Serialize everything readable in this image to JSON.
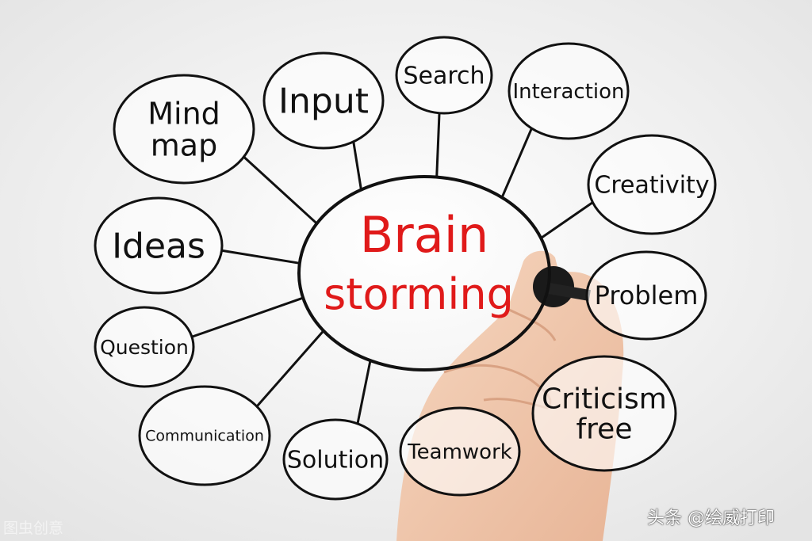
{
  "diagram": {
    "center": {
      "line1": "Brain",
      "line2": "storming",
      "color": "#e01a1a"
    },
    "nodes": [
      {
        "id": "mind-map",
        "lines": [
          "Mind",
          "map"
        ]
      },
      {
        "id": "input",
        "lines": [
          "Input"
        ]
      },
      {
        "id": "search",
        "lines": [
          "Search"
        ]
      },
      {
        "id": "interaction",
        "lines": [
          "Interaction"
        ]
      },
      {
        "id": "creativity",
        "lines": [
          "Creativity"
        ]
      },
      {
        "id": "problem",
        "lines": [
          "Problem"
        ]
      },
      {
        "id": "criticism-free",
        "lines": [
          "Criticism",
          "free"
        ]
      },
      {
        "id": "teamwork",
        "lines": [
          "Teamwork"
        ]
      },
      {
        "id": "solution",
        "lines": [
          "Solution"
        ]
      },
      {
        "id": "communication",
        "lines": [
          "Communication"
        ]
      },
      {
        "id": "question",
        "lines": [
          "Question"
        ]
      },
      {
        "id": "ideas",
        "lines": [
          "Ideas"
        ]
      }
    ],
    "ink_color": "#111111"
  },
  "watermarks": {
    "left": "图虫创意",
    "right": "头条 @绘威打印"
  }
}
